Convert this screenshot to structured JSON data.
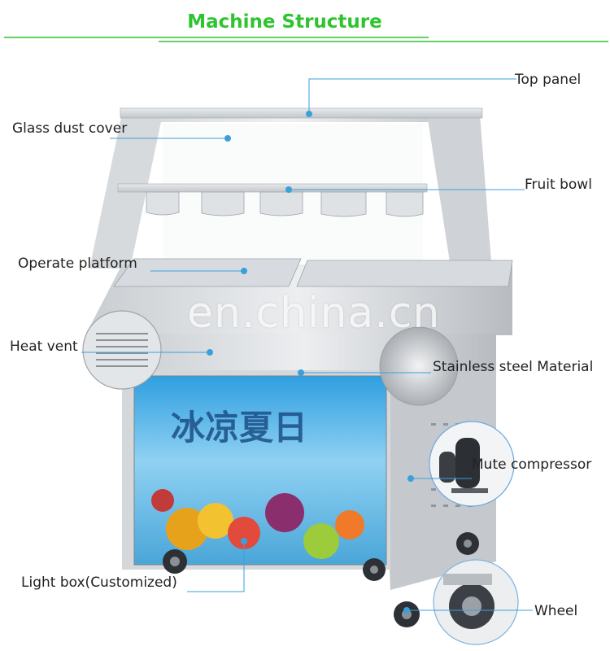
{
  "title": "Machine Structure",
  "watermark": "en.china.cn",
  "colors": {
    "title": "#2fc42f",
    "leader_line": "#3aa0dc",
    "header_rule": "#2fc42f"
  },
  "labels": {
    "top_panel": "Top panel",
    "glass_dust_cover": "Glass dust cover",
    "fruit_bowl": "Fruit bowl",
    "operate_platform": "Operate platform",
    "heat_vent": "Heat vent",
    "stainless_steel_material": "Stainless steel Material",
    "mute_compressor": "Mute compressor",
    "light_box": "Light box(Customized)",
    "wheel": "Wheel"
  }
}
